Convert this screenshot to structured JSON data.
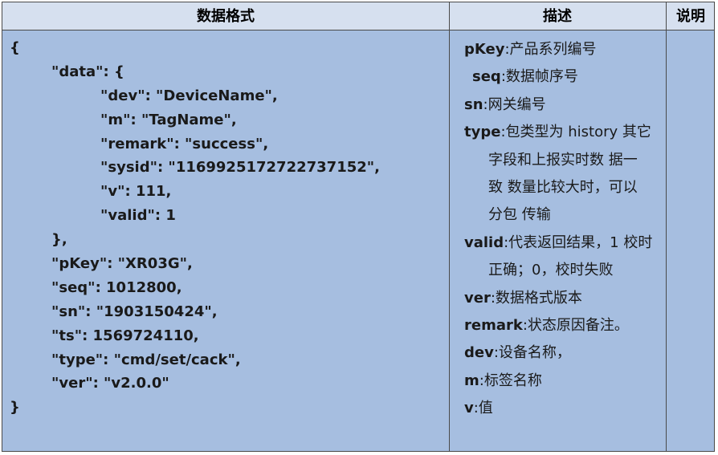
{
  "header": {
    "col1": "数据格式",
    "col2": "描述",
    "col3": "说明"
  },
  "code_lines": [
    "{",
    "\"data\": {",
    "\"dev\": \"DeviceName\",",
    "\"m\": \"TagName\",",
    "\"remark\": \"success\",",
    "\"sysid\": \"1169925172722737152\",",
    "\"v\": 111,",
    "\"valid\": 1",
    "},",
    "\"pKey\": \"XR03G\",",
    "\"seq\": 1012800,",
    "\"sn\": \"1903150424\",",
    "\"ts\": 1569724110,",
    "\"type\": \"cmd/set/cack\",",
    "\"ver\": \"v2.0.0\"",
    "}"
  ],
  "descriptions": [
    {
      "key": "pKey",
      "text": ":产品系列编号"
    },
    {
      "key": "seq",
      "text": ":数据帧序号"
    },
    {
      "key": "sn",
      "text": ":网关编号"
    },
    {
      "key": "type",
      "text": ":包类型为 history 其它"
    },
    {
      "key": "",
      "text": "字段和上报实时数 据一"
    },
    {
      "key": "",
      "text": "致 数量比较大时，可以"
    },
    {
      "key": "",
      "text": "分包 传输"
    },
    {
      "key": "valid",
      "text": ":代表返回结果，1 校时"
    },
    {
      "key": "",
      "text": "正确；0，校时失败"
    },
    {
      "key": "ver",
      "text": ":数据格式版本"
    },
    {
      "key": "remark",
      "text": ":状态原因备注。"
    },
    {
      "key": "dev",
      "text": ":设备名称，"
    },
    {
      "key": "m",
      "text": ":标签名称"
    },
    {
      "key": "v",
      "text": ":值"
    }
  ]
}
